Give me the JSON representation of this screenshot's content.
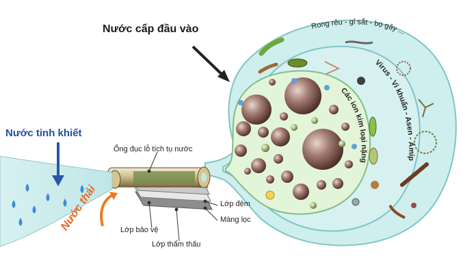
{
  "diagram": {
    "feed_water_label": "Nước cấp đầu vào",
    "pure_water_label": "Nước tinh khiết",
    "waste_water_label": "Nước thải",
    "collection_tube_label": "Ống đục lỗ tích tụ nước",
    "spacer_layer_label": "Lớp đệm",
    "membrane_label": "Màng lọc",
    "protective_layer_label": "Lớp bảo vệ",
    "permeate_layer_label": "Lớp thẩm thấu",
    "outer_ring_label": "Rong rêu - gỉ sắt - bọ gậy ...",
    "middle_ring_label": "Virus - Vi khuẩn - Asen - Amip",
    "inner_ring_label": "Các ion kim loại nặng"
  },
  "colors": {
    "feed_bubble": "#cfeeee",
    "inner_bubble": "#e3f5d8",
    "pure_water_label": "#1f4fa3",
    "waste_water_label": "#e8661e",
    "arrow_blue": "#2b56a8",
    "arrow_orange": "#ef7a22"
  },
  "icons": [
    "water-drop-icon",
    "ion-sphere-icon",
    "bacteria-icon",
    "virus-icon",
    "algae-icon"
  ]
}
